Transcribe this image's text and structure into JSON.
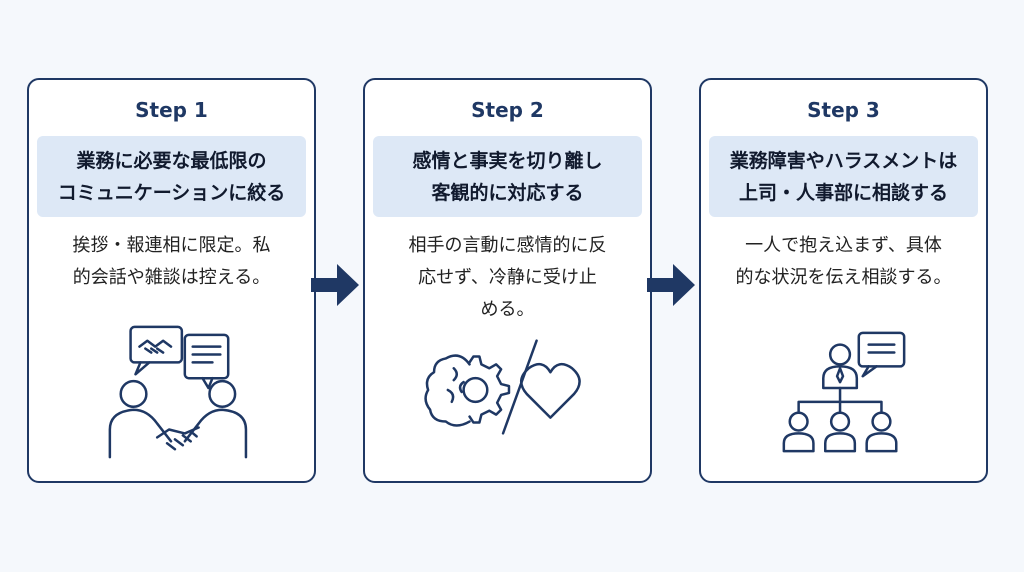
{
  "steps": [
    {
      "label": "Step 1",
      "title": "業務に必要な最低限の\nコミュニケーションに絞る",
      "description": "挨拶・報連相に限定。私\n的会話や雑談は控える。",
      "illustration": "handshake-conversation-icon"
    },
    {
      "label": "Step 2",
      "title": "感情と事実を切り離し\n客観的に対応する",
      "description": "相手の言動に感情的に反\n応せず、冷静に受け止\nめる。",
      "illustration": "brain-slash-heart-icon"
    },
    {
      "label": "Step 3",
      "title": "業務障害やハラスメントは\n上司・人事部に相談する",
      "description": "一人で抱え込まず、具体\n的な状況を伝え相談する。",
      "illustration": "org-chart-consultation-icon"
    }
  ],
  "colors": {
    "navy": "#1f3864",
    "title_bg": "#dde8f6",
    "background": "#f5f8fc"
  }
}
